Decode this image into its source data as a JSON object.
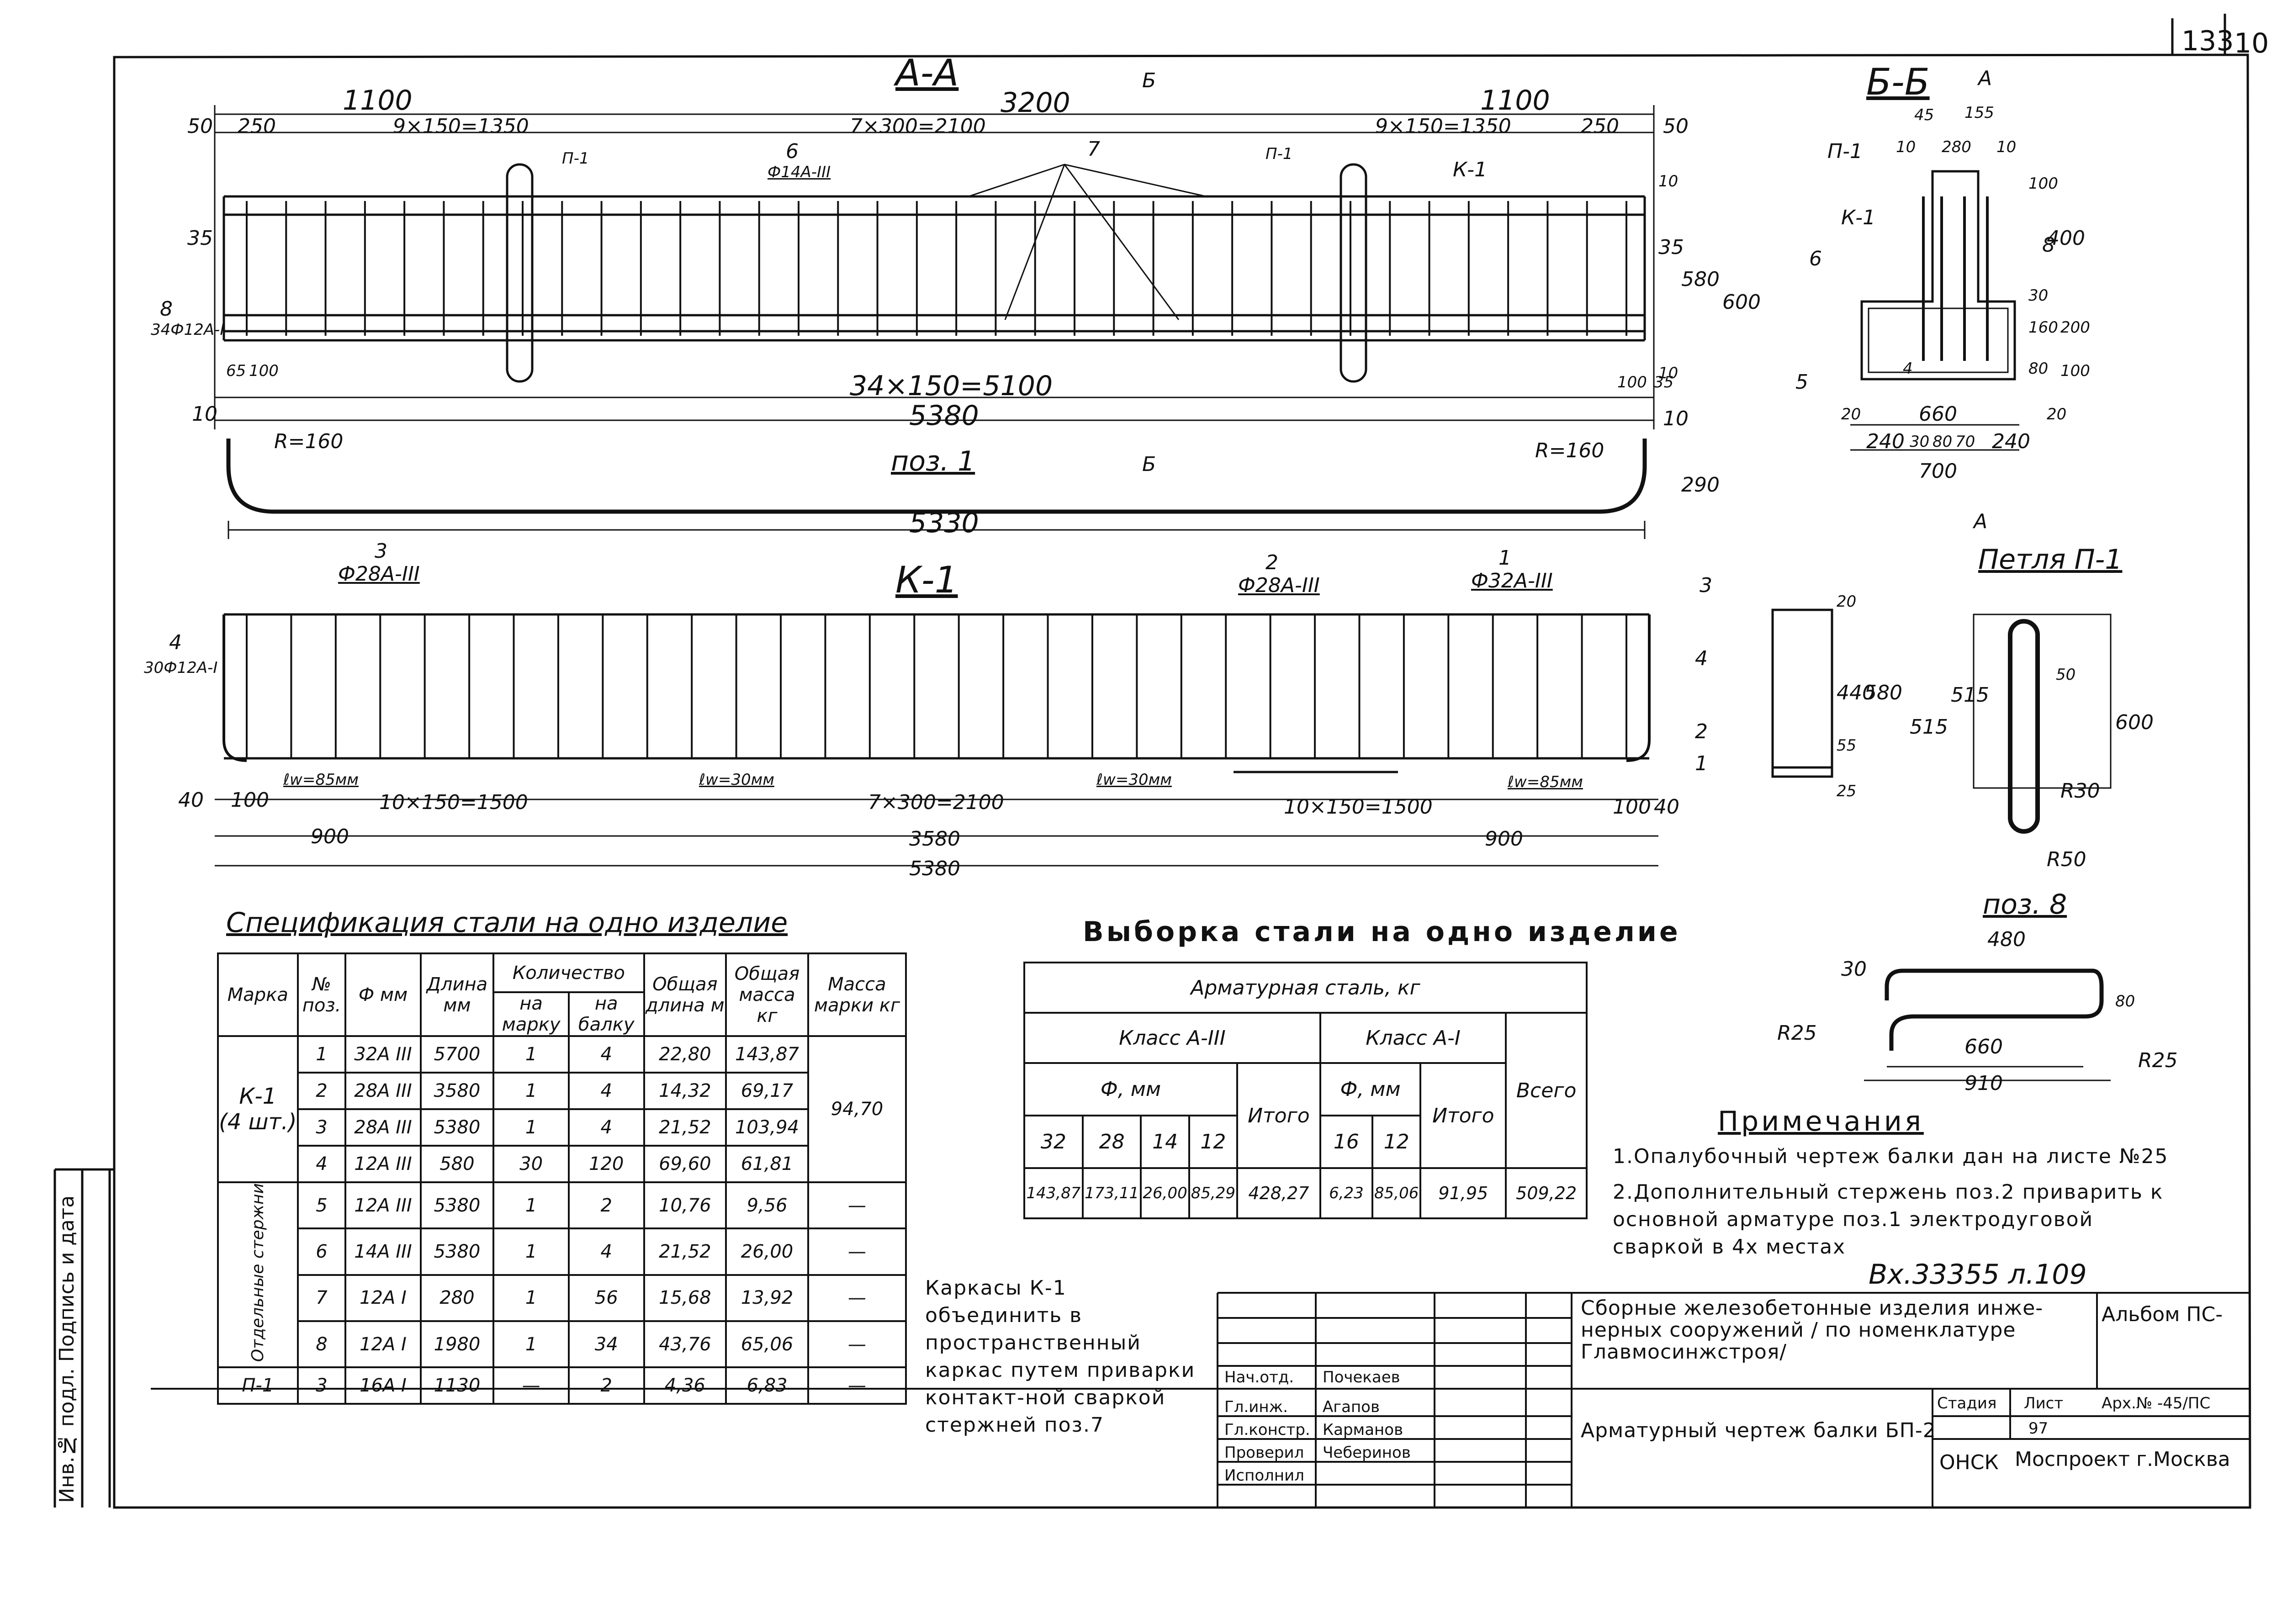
{
  "sheet": {
    "corner_number": "133",
    "corner_mark": "10",
    "reference_number": "Вх.33355 л.109"
  },
  "section_aa": {
    "title": "А-А",
    "dims_top": [
      "1100",
      "3200",
      "1100",
      "50",
      "250",
      "9×150=1350",
      "7×300=2100",
      "9×150=1350",
      "250",
      "50"
    ],
    "labels": [
      "П-1",
      "6",
      "Ф14А-III",
      "7",
      "П-1",
      "К-1",
      "35",
      "8",
      "34Ф12А-I",
      "35",
      "580",
      "600",
      "10",
      "10"
    ],
    "dims_bottom": [
      "65",
      "100",
      "34×150=5100",
      "100",
      "35",
      "10",
      "5380",
      "10"
    ],
    "cut_label": "Б"
  },
  "pos1": {
    "title": "поз. 1",
    "r_left": "R=160",
    "r_right": "R=160",
    "length": "5330",
    "height": "290",
    "cut_label": "Б"
  },
  "k1": {
    "title": "К-1",
    "callouts": [
      {
        "num": "3",
        "spec": "Ф28А-III"
      },
      {
        "num": "2",
        "spec": "Ф28А-III"
      },
      {
        "num": "1",
        "spec": "Ф32А-III"
      },
      {
        "num": "4",
        "spec": "30Ф12А-I"
      }
    ],
    "weld_labels": [
      "ℓw=85мм",
      "ℓw=30мм",
      "ℓw=30мм",
      "ℓw=85мм"
    ],
    "dims": [
      "40",
      "100",
      "10×150=1500",
      "7×300=2100",
      "10×150=1500",
      "100",
      "40",
      "900",
      "3580",
      "900",
      "5380"
    ]
  },
  "k1_side": {
    "labels": [
      "3",
      "4",
      "2",
      "1"
    ],
    "dims": [
      "20",
      "440",
      "580",
      "55",
      "25"
    ]
  },
  "section_bb": {
    "title": "Б-Б",
    "cut_label": "А",
    "labels": [
      "П-1",
      "К-1",
      "6",
      "5",
      "4",
      "8"
    ],
    "dims": [
      "45",
      "155",
      "10",
      "280",
      "10",
      "100",
      "400",
      "30",
      "160",
      "200",
      "80",
      "100",
      "660",
      "20",
      "20",
      "240",
      "30",
      "80",
      "70",
      "240",
      "700"
    ]
  },
  "loop": {
    "title": "Петля П-1",
    "dims": [
      "515",
      "515",
      "50",
      "600",
      "R30",
      "R50"
    ]
  },
  "pos8": {
    "title": "поз. 8",
    "dims": [
      "480",
      "30",
      "R25",
      "R25",
      "660",
      "910",
      "80"
    ]
  },
  "spec": {
    "title": "Спецификация стали на одно изделие",
    "headers": {
      "mark": "Марка",
      "pos": "№ поз.",
      "dia": "Ф мм",
      "length": "Длина мм",
      "qty": "Количество",
      "qty_mark": "на марку",
      "qty_beam": "на балку",
      "total_len": "Общая длина м",
      "total_mass": "Общая масса кг",
      "mark_mass": "Масса марки кг"
    },
    "groups": [
      {
        "mark": "К-1\n(4 шт.)",
        "mark_mass": "94,70",
        "rows": [
          {
            "pos": "1",
            "dia": "32А III",
            "length": "5700",
            "qty_mark": "1",
            "qty_beam": "4",
            "total_len": "22,80",
            "total_mass": "143,87"
          },
          {
            "pos": "2",
            "dia": "28А III",
            "length": "3580",
            "qty_mark": "1",
            "qty_beam": "4",
            "total_len": "14,32",
            "total_mass": "69,17"
          },
          {
            "pos": "3",
            "dia": "28А III",
            "length": "5380",
            "qty_mark": "1",
            "qty_beam": "4",
            "total_len": "21,52",
            "total_mass": "103,94"
          },
          {
            "pos": "4",
            "dia": "12А III",
            "length": "580",
            "qty_mark": "30",
            "qty_beam": "120",
            "total_len": "69,60",
            "total_mass": "61,81"
          }
        ]
      },
      {
        "mark": "Отдельные стержни",
        "mark_mass": "",
        "rows": [
          {
            "pos": "5",
            "dia": "12А III",
            "length": "5380",
            "qty_mark": "1",
            "qty_beam": "2",
            "total_len": "10,76",
            "total_mass": "9,56",
            "mark_mass": "—"
          },
          {
            "pos": "6",
            "dia": "14А III",
            "length": "5380",
            "qty_mark": "1",
            "qty_beam": "4",
            "total_len": "21,52",
            "total_mass": "26,00",
            "mark_mass": "—"
          },
          {
            "pos": "7",
            "dia": "12А I",
            "length": "280",
            "qty_mark": "1",
            "qty_beam": "56",
            "total_len": "15,68",
            "total_mass": "13,92",
            "mark_mass": "—"
          },
          {
            "pos": "8",
            "dia": "12А I",
            "length": "1980",
            "qty_mark": "1",
            "qty_beam": "34",
            "total_len": "43,76",
            "total_mass": "65,06",
            "mark_mass": "—"
          }
        ]
      },
      {
        "mark": "П-1",
        "mark_mass": "—",
        "rows": [
          {
            "pos": "3",
            "dia": "16А I",
            "length": "1130",
            "qty_mark": "—",
            "qty_beam": "2",
            "total_len": "4,36",
            "total_mass": "6,83"
          }
        ]
      }
    ]
  },
  "selection": {
    "title": "Выборка стали на одно изделие",
    "header": "Арматурная сталь, кг",
    "class_a3": "Класс А-III",
    "class_a1": "Класс А-I",
    "dia_label": "Ф, мм",
    "total_label": "Итого",
    "grand_label": "Всего",
    "a3_cols": [
      "32",
      "28",
      "14",
      "12"
    ],
    "a1_cols": [
      "16",
      "12"
    ],
    "a3_vals": [
      "143,87",
      "173,11",
      "26,00",
      "85,29"
    ],
    "a3_total": "428,27",
    "a1_vals": [
      "6,23",
      "85,06"
    ],
    "a1_total": "91,95",
    "grand_total": "509,22"
  },
  "frames_note": "Каркасы К-1 объединить в пространственный каркас путем приварки контакт-ной сваркой стержней поз.7",
  "notes": {
    "title": "Примечания",
    "items": [
      "1.Опалубочный чертеж балки дан на листе №25",
      "2.Дополнительный стержень поз.2 приварить к основной арматуре поз.1 электродуговой сваркой в 4х местах"
    ]
  },
  "title_block": {
    "series": "Сборные железобетонные изделия инже-нерных сооружений / по номенклатуре Главмосинжстроя/",
    "album": "Альбом ПС-",
    "drawing_title": "Арматурный чертеж балки БП-2",
    "col_stage": "Стадия",
    "col_sheet": "Лист",
    "sheet_no": "97",
    "arch_no": "Арх.№ -45/ПС",
    "org_code": "ОНСК",
    "org": "Моспроект г.Москва",
    "roles": [
      "Нач.отд.",
      "Гл.инж.",
      "Гл.констр.",
      "Проверил",
      "Исполнил"
    ],
    "names": [
      "Почекаев",
      "Агапов",
      "Карманов",
      "Чеберинов",
      ""
    ],
    "side_stamp": "Инв.№ подл.  Подпись и дата"
  }
}
